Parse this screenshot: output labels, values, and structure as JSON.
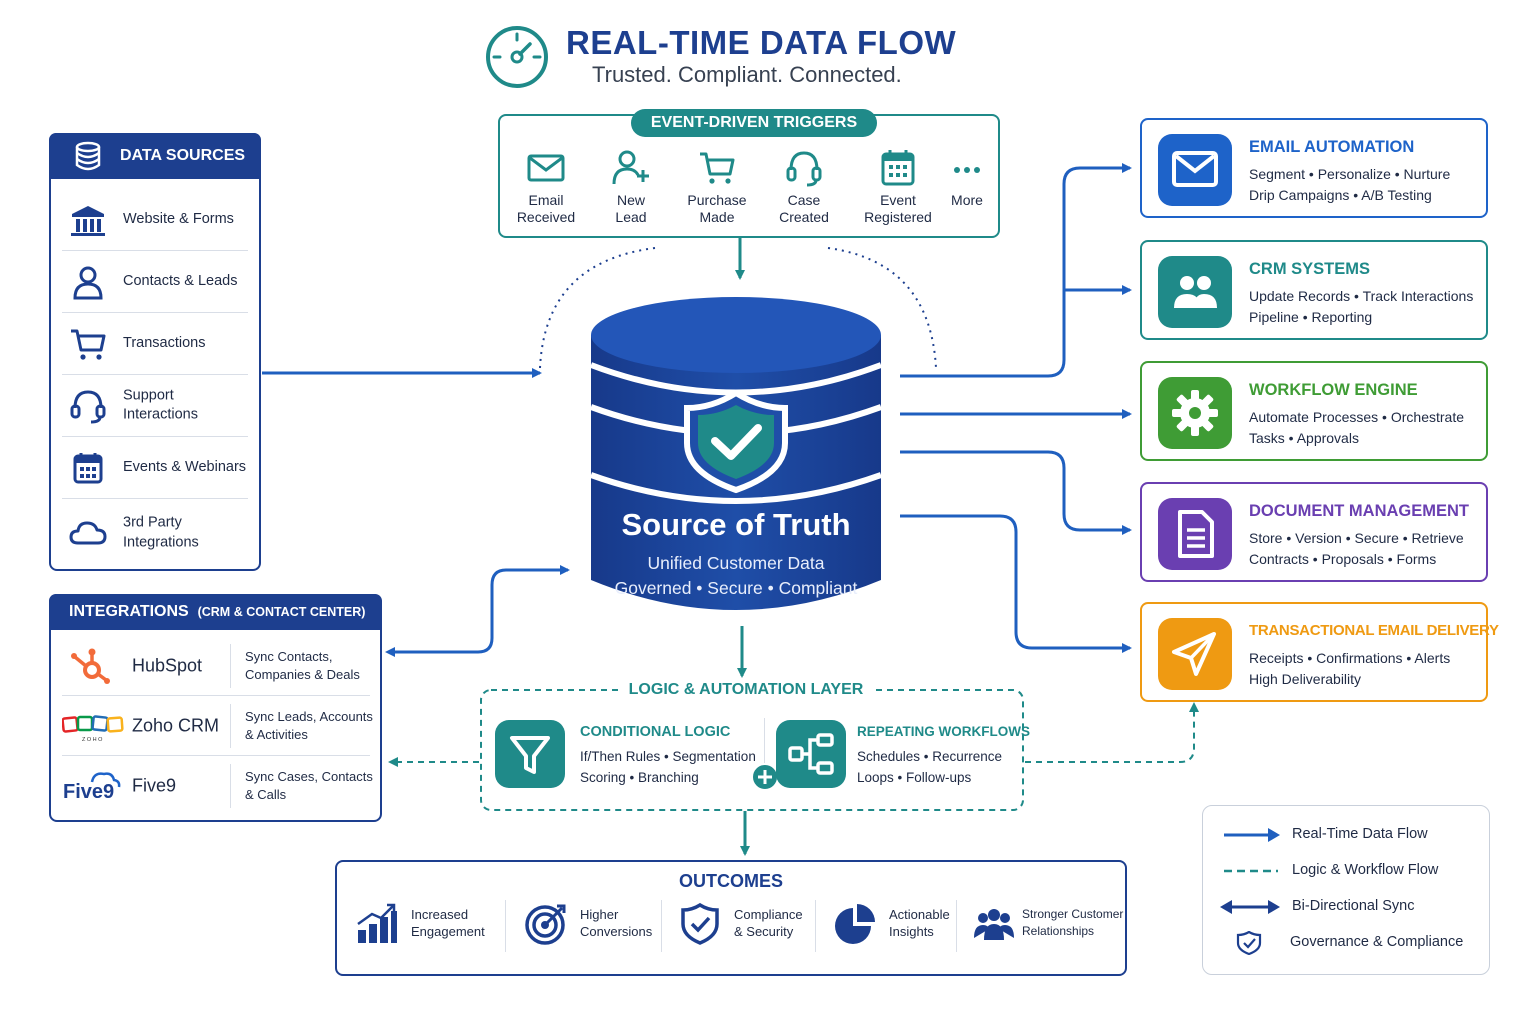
{
  "header": {
    "title": "REAL-TIME DATA FLOW",
    "subtitle": "Trusted. Compliant. Connected.",
    "icon": "gauge-icon"
  },
  "data_sources": {
    "title": "DATA SOURCES",
    "icon": "database-icon",
    "items": [
      {
        "label": "Website & Forms",
        "icon": "building-icon"
      },
      {
        "label": "Contacts & Leads",
        "icon": "person-icon"
      },
      {
        "label": "Transactions",
        "icon": "cart-icon"
      },
      {
        "label": "Support Interactions",
        "icon": "headset-icon"
      },
      {
        "label": "Events & Webinars",
        "icon": "calendar-icon"
      },
      {
        "label": "3rd Party Integrations",
        "icon": "cloud-icon"
      }
    ]
  },
  "integrations": {
    "title": "INTEGRATIONS",
    "subtitle": "(CRM & CONTACT CENTER)",
    "items": [
      {
        "name": "HubSpot",
        "desc": "Sync Contacts, Companies & Deals",
        "icon": "hubspot-logo"
      },
      {
        "name": "Zoho CRM",
        "desc": "Sync Leads, Accounts & Activities",
        "icon": "zoho-logo",
        "logo_text": "ZOHO"
      },
      {
        "name": "Five9",
        "desc": "Sync Cases, Contacts & Calls",
        "icon": "five9-logo",
        "logo_text": "Five9"
      }
    ]
  },
  "triggers": {
    "title": "EVENT-DRIVEN TRIGGERS",
    "items": [
      {
        "label": "Email Received",
        "icon": "envelope-icon"
      },
      {
        "label": "New Lead",
        "icon": "user-plus-icon"
      },
      {
        "label": "Purchase Made",
        "icon": "cart-icon"
      },
      {
        "label": "Case Created",
        "icon": "headset-icon"
      },
      {
        "label": "Event Registered",
        "icon": "calendar-icon"
      },
      {
        "label": "More",
        "icon": "more-dots-icon"
      }
    ]
  },
  "core": {
    "title": "Source of Truth",
    "line1": "Unified Customer Data",
    "line2": "Governed • Secure • Compliant",
    "icon": "shield-check-icon"
  },
  "destinations": [
    {
      "title": "EMAIL AUTOMATION",
      "line1": "Segment • Personalize • Nurture",
      "line2": "Drip Campaigns • A/B Testing",
      "color": "#1e63c9",
      "icon": "envelope-icon"
    },
    {
      "title": "CRM SYSTEMS",
      "line1": "Update Records • Track Interactions",
      "line2": "Pipeline • Reporting",
      "color": "#1f8a89",
      "icon": "users-icon"
    },
    {
      "title": "WORKFLOW ENGINE",
      "line1": "Automate Processes • Orchestrate",
      "line2": "Tasks • Approvals",
      "color": "#3f9c35",
      "icon": "gear-icon"
    },
    {
      "title": "DOCUMENT MANAGEMENT",
      "line1": "Store • Version • Secure • Retrieve",
      "line2": "Contracts • Proposals • Forms",
      "color": "#6a3fb1",
      "icon": "document-icon"
    },
    {
      "title": "TRANSACTIONAL EMAIL DELIVERY",
      "line1": "Receipts • Confirmations • Alerts",
      "line2": "High Deliverability",
      "color": "#ef9a12",
      "icon": "paper-plane-icon"
    }
  ],
  "logic": {
    "title": "LOGIC & AUTOMATION LAYER",
    "conditional": {
      "title": "CONDITIONAL LOGIC",
      "line1": "If/Then Rules • Segmentation",
      "line2": "Scoring • Branching",
      "icon": "filter-icon"
    },
    "repeating": {
      "title": "REPEATING WORKFLOWS",
      "line1": "Schedules • Recurrence",
      "line2": "Loops • Follow-ups",
      "icon": "workflow-icon"
    }
  },
  "outcomes": {
    "title": "OUTCOMES",
    "items": [
      {
        "line1": "Increased",
        "line2": "Engagement",
        "icon": "bar-chart-icon"
      },
      {
        "line1": "Higher",
        "line2": "Conversions",
        "icon": "target-icon"
      },
      {
        "line1": "Compliance",
        "line2": "& Security",
        "icon": "shield-check-icon"
      },
      {
        "line1": "Actionable",
        "line2": "Insights",
        "icon": "pie-chart-icon"
      },
      {
        "line1": "Stronger Customer",
        "line2": "Relationships",
        "icon": "users-icon"
      }
    ]
  },
  "legend": [
    {
      "label": "Real-Time Data Flow",
      "icon": "solid-arrow"
    },
    {
      "label": "Logic & Workflow Flow",
      "icon": "dashed-line"
    },
    {
      "label": "Bi-Directional Sync",
      "icon": "double-arrow"
    },
    {
      "label": "Governance & Compliance",
      "icon": "shield-check-icon"
    }
  ],
  "colors": {
    "navy": "#1d3f8f",
    "flow_blue": "#1f5fbf",
    "teal": "#1f8a89"
  }
}
